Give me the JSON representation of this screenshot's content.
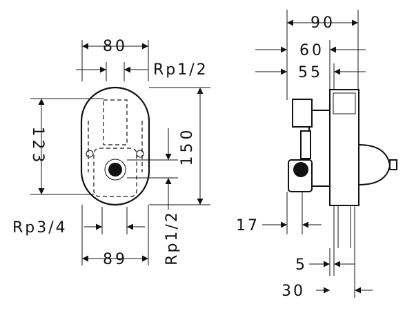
{
  "front_view": {
    "width_top": "80",
    "inlet_thread_top": "Rp1/2",
    "height_left": "123",
    "height_right": "150",
    "outlet_thread_right": "Rp1/2",
    "inlet_thread_bottom": "Rp3/4",
    "width_bottom": "89"
  },
  "side_view": {
    "overall_depth": "90",
    "depth_60": "60",
    "depth_55": "55",
    "offset_17": "17",
    "plaster_5": "5",
    "plaster_30": "30"
  }
}
